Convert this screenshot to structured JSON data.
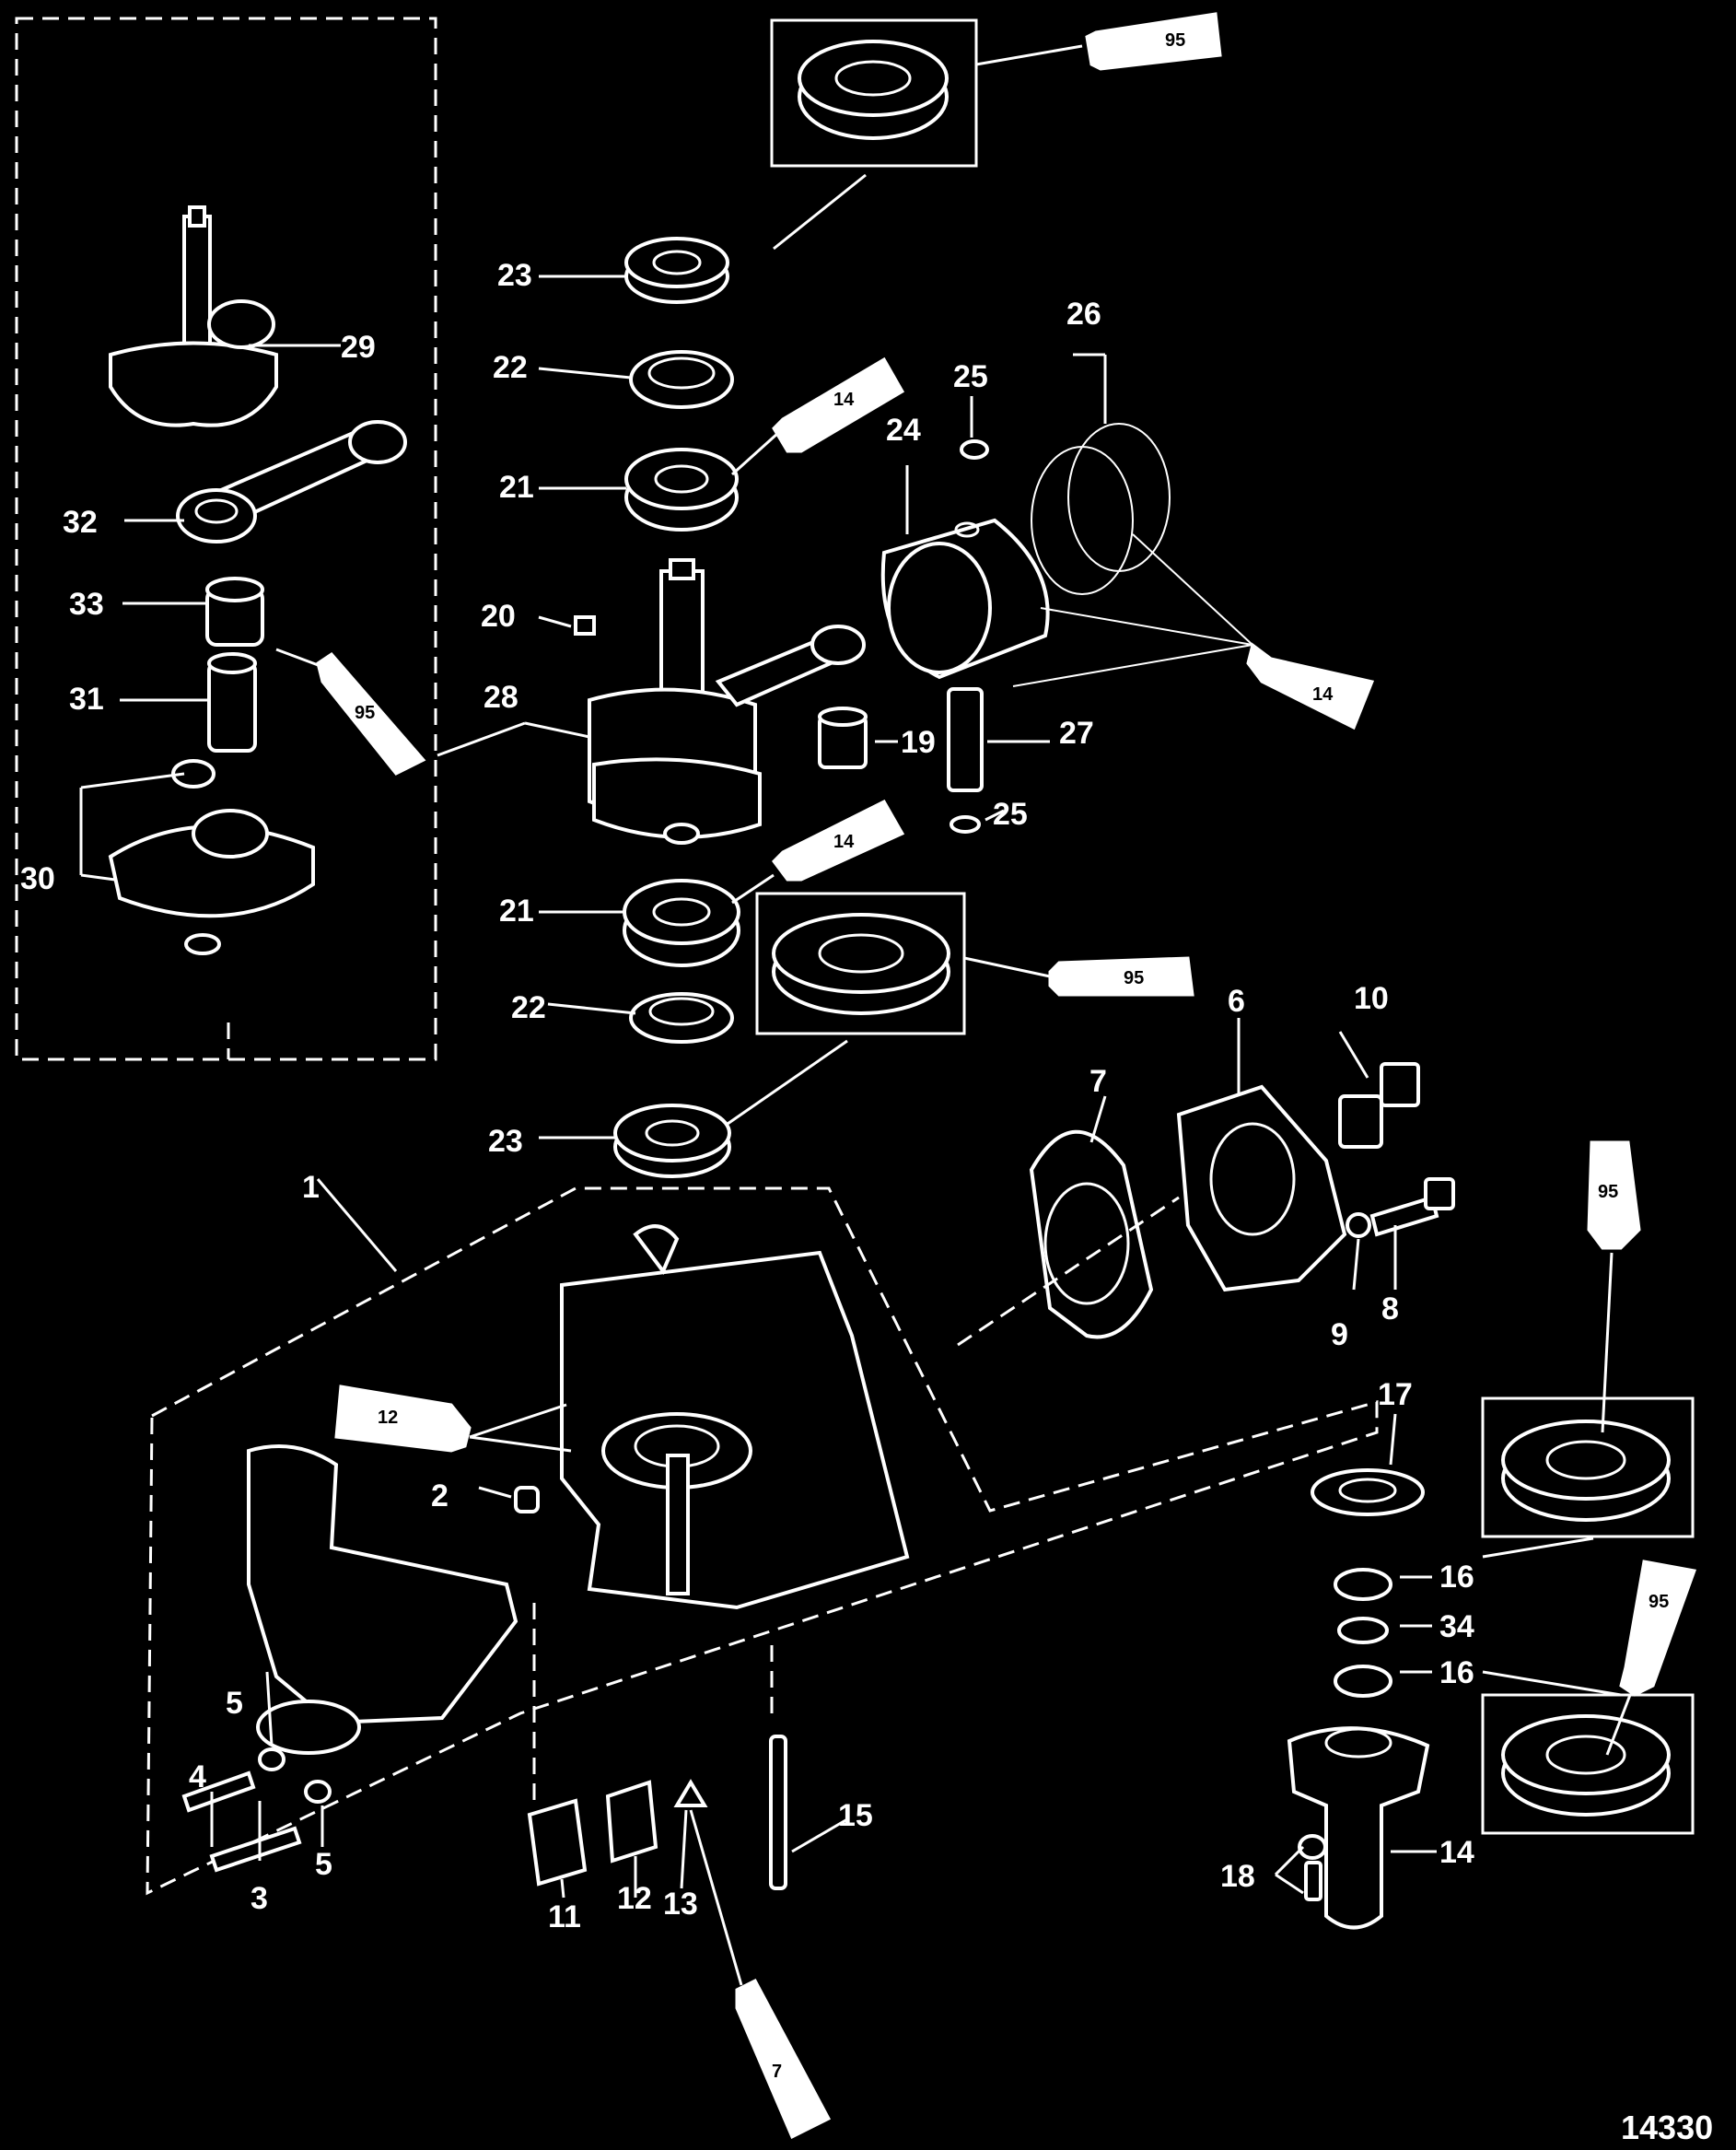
{
  "reference_number": "14330",
  "callouts": [
    {
      "id": "c1",
      "text": "1"
    },
    {
      "id": "c2",
      "text": "2"
    },
    {
      "id": "c3",
      "text": "3"
    },
    {
      "id": "c4",
      "text": "4"
    },
    {
      "id": "c5a",
      "text": "5"
    },
    {
      "id": "c5b",
      "text": "5"
    },
    {
      "id": "c6",
      "text": "6"
    },
    {
      "id": "c7",
      "text": "7"
    },
    {
      "id": "c8",
      "text": "8"
    },
    {
      "id": "c9",
      "text": "9"
    },
    {
      "id": "c10",
      "text": "10"
    },
    {
      "id": "c11",
      "text": "11"
    },
    {
      "id": "c12",
      "text": "12"
    },
    {
      "id": "c13",
      "text": "13"
    },
    {
      "id": "c14",
      "text": "14"
    },
    {
      "id": "c15",
      "text": "15"
    },
    {
      "id": "c16a",
      "text": "16"
    },
    {
      "id": "c16b",
      "text": "16"
    },
    {
      "id": "c17",
      "text": "17"
    },
    {
      "id": "c18",
      "text": "18"
    },
    {
      "id": "c19",
      "text": "19"
    },
    {
      "id": "c20",
      "text": "20"
    },
    {
      "id": "c21a",
      "text": "21"
    },
    {
      "id": "c21b",
      "text": "21"
    },
    {
      "id": "c22a",
      "text": "22"
    },
    {
      "id": "c22b",
      "text": "22"
    },
    {
      "id": "c23a",
      "text": "23"
    },
    {
      "id": "c23b",
      "text": "23"
    },
    {
      "id": "c24",
      "text": "24"
    },
    {
      "id": "c25a",
      "text": "25"
    },
    {
      "id": "c25b",
      "text": "25"
    },
    {
      "id": "c26",
      "text": "26"
    },
    {
      "id": "c27",
      "text": "27"
    },
    {
      "id": "c28",
      "text": "28"
    },
    {
      "id": "c29",
      "text": "29"
    },
    {
      "id": "c30",
      "text": "30"
    },
    {
      "id": "c31",
      "text": "31"
    },
    {
      "id": "c32",
      "text": "32"
    },
    {
      "id": "c33",
      "text": "33"
    },
    {
      "id": "c34",
      "text": "34"
    }
  ],
  "lubricant_tubes": [
    {
      "id": "t95a",
      "text": "95"
    },
    {
      "id": "t14a",
      "text": "14"
    },
    {
      "id": "t14b",
      "text": "14"
    },
    {
      "id": "t95b",
      "text": "95"
    },
    {
      "id": "t14c",
      "text": "14"
    },
    {
      "id": "t95c",
      "text": "95"
    },
    {
      "id": "t12",
      "text": "12"
    },
    {
      "id": "t95d",
      "text": "95"
    },
    {
      "id": "t95e",
      "text": "95"
    },
    {
      "id": "t7",
      "text": "7"
    }
  ]
}
